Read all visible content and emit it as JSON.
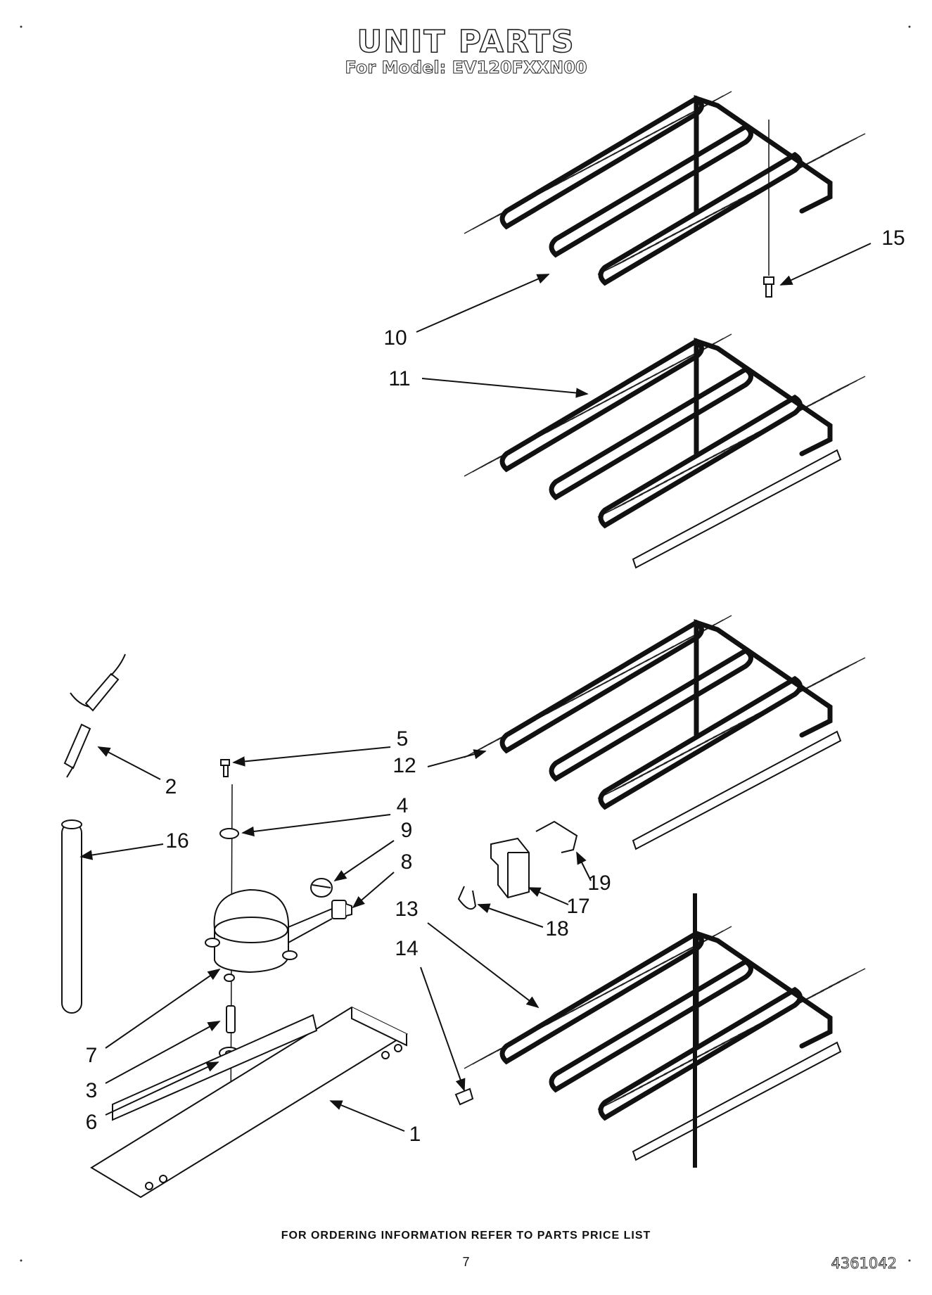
{
  "header": {
    "title": "UNIT PARTS",
    "subtitle": "For Model: EV120FXXN00"
  },
  "callouts": [
    {
      "id": "1",
      "text": "1"
    },
    {
      "id": "2",
      "text": "2"
    },
    {
      "id": "3",
      "text": "3"
    },
    {
      "id": "4",
      "text": "4"
    },
    {
      "id": "5",
      "text": "5"
    },
    {
      "id": "6",
      "text": "6"
    },
    {
      "id": "7",
      "text": "7"
    },
    {
      "id": "8",
      "text": "8"
    },
    {
      "id": "9",
      "text": "9"
    },
    {
      "id": "10",
      "text": "10"
    },
    {
      "id": "11",
      "text": "11"
    },
    {
      "id": "12",
      "text": "12"
    },
    {
      "id": "13",
      "text": "13"
    },
    {
      "id": "14",
      "text": "14"
    },
    {
      "id": "15",
      "text": "15"
    },
    {
      "id": "16",
      "text": "16"
    },
    {
      "id": "17",
      "text": "17"
    },
    {
      "id": "18",
      "text": "18"
    },
    {
      "id": "19",
      "text": "19"
    }
  ],
  "footer": {
    "ordering_note": "FOR ORDERING INFORMATION REFER TO PARTS PRICE LIST",
    "page_number": "7",
    "doc_number": "4361042"
  }
}
